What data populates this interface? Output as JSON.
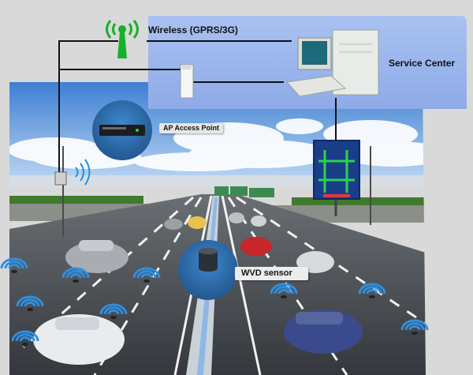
{
  "labels": {
    "wireless": "Wireless (GPRS/3G)",
    "service_center": "Service Center",
    "access_point": "AP Access Point",
    "wvd_sensor": "WVD sensor"
  },
  "icons": {
    "antenna": "antenna-icon",
    "computer": "computer-icon",
    "server": "server-icon",
    "access_point": "access-point-icon",
    "sensor": "sensor-icon",
    "wireless_signal": "wireless-signal-icon",
    "sign_board": "traffic-sign-board"
  },
  "colors": {
    "service_panel": "#9cb7ef",
    "antenna_green": "#18b02a",
    "sky": "#5f98dc",
    "road": "#3f4449",
    "signal_blue": "#2f8fe0",
    "badge_blue": "#2f6fb5",
    "connector_line": "#111111"
  }
}
